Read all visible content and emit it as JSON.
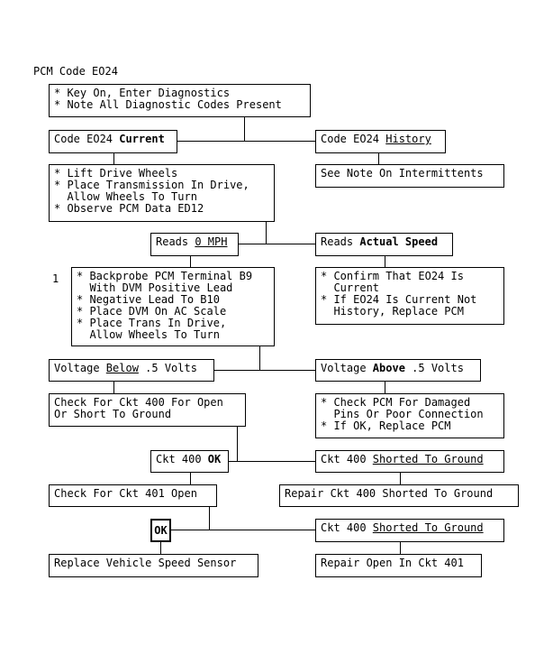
{
  "title": "PCM Code EO24",
  "step_number": "1",
  "boxes": {
    "key_on": [
      "* Key On, Enter Diagnostics",
      "* Note All Diagnostic Codes Present"
    ],
    "code_current": {
      "pre": "Code EO24 ",
      "em": "Current"
    },
    "code_history": {
      "pre": "Code EO24 ",
      "em": "History"
    },
    "see_note": "See Note On Intermittents",
    "lift_wheels": [
      "* Lift Drive Wheels",
      "* Place Transmission In Drive,",
      "  Allow Wheels To Turn",
      "* Observe PCM Data ED12"
    ],
    "reads_0": {
      "pre": "Reads ",
      "em": "0 MPH"
    },
    "reads_actual": {
      "pre": "Reads ",
      "em": "Actual Speed"
    },
    "backprobe": [
      "* Backprobe PCM Terminal B9",
      "  With DVM Positive Lead",
      "* Negative Lead To B10",
      "* Place DVM On AC Scale",
      "* Place Trans In Drive,",
      "  Allow Wheels To Turn"
    ],
    "confirm": [
      "* Confirm That EO24 Is",
      "  Current",
      "* If EO24 Is Current Not",
      "  History, Replace PCM"
    ],
    "voltage_below": {
      "pre": "Voltage ",
      "em": "Below",
      "post": " .5 Volts"
    },
    "voltage_above": {
      "pre": "Voltage ",
      "em": "Above",
      "post": " .5 Volts"
    },
    "check_400": [
      "Check For Ckt 400 For Open",
      "Or Short To Ground"
    ],
    "check_pcm": [
      "* Check PCM For Damaged",
      "  Pins Or Poor Connection",
      "* If OK, Replace PCM"
    ],
    "ckt400_ok": {
      "pre": "Ckt 400 ",
      "em": "OK"
    },
    "ckt400_shorted": {
      "pre": "Ckt 400 ",
      "em": "Shorted To Ground"
    },
    "check_401": "Check For Ckt 401 Open",
    "repair_400": "Repair Ckt 400 Shorted To Ground",
    "ok": "OK",
    "ckt400_shorted_2": {
      "pre": "Ckt 400 ",
      "em": "Shorted To Ground"
    },
    "replace_vss": "Replace Vehicle Speed Sensor",
    "repair_401": "Repair Open In Ckt 401"
  }
}
